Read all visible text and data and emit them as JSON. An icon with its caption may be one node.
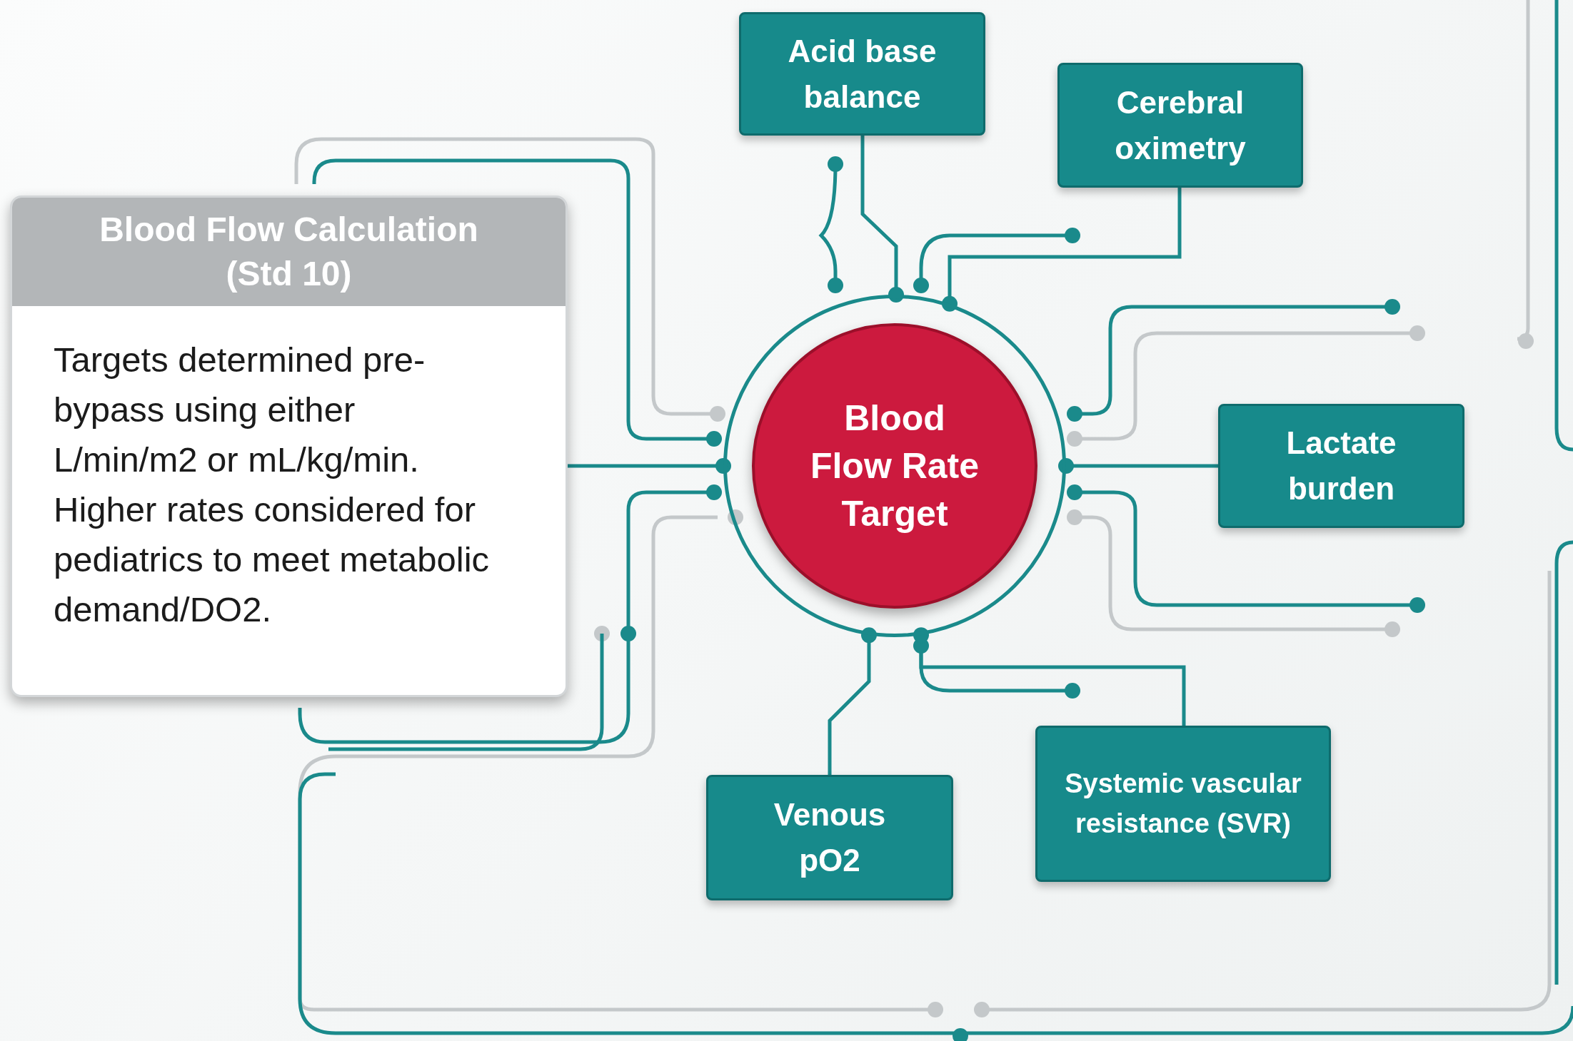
{
  "diagram": {
    "nodes": [
      {
        "text": [
          "Blood Flow Calculation (Std 10)",
          "Targets determined pre-bypass using either L/min/m2 or mL/kg/min. Higher rates considered for pediatrics to meet metabolic demand/DO2."
        ]
      },
      {
        "text": [
          "Acid base balance"
        ]
      },
      {
        "text": [
          "Cerebral oximetry"
        ]
      },
      {
        "text": [
          "Blood Flow Rate Target"
        ]
      },
      {
        "text": [
          "Lactate burden"
        ]
      },
      {
        "text": [
          "Venous pO2"
        ]
      },
      {
        "text": [
          "Systemic vascular resistance (SVR)"
        ]
      }
    ],
    "edges": [
      {
        "from": 0,
        "to": 3,
        "arrow": "other"
      },
      {
        "from": 1,
        "to": 3,
        "arrow": "other"
      },
      {
        "from": 2,
        "to": 3,
        "arrow": "other"
      },
      {
        "from": 4,
        "to": 3,
        "arrow": "other"
      },
      {
        "from": 5,
        "to": 3,
        "arrow": "other"
      },
      {
        "from": 6,
        "to": 3,
        "arrow": "other"
      }
    ]
  }
}
